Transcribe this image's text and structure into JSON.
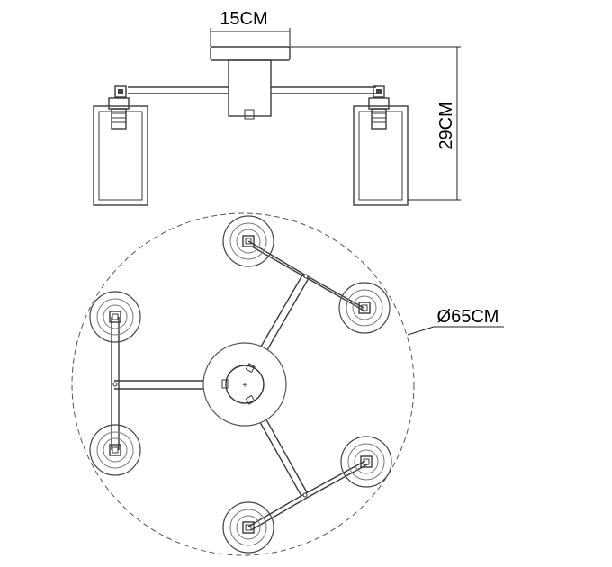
{
  "dimensions": {
    "width_label": "15CM",
    "height_label": "29CM",
    "diameter_label": "Ø65CM"
  }
}
